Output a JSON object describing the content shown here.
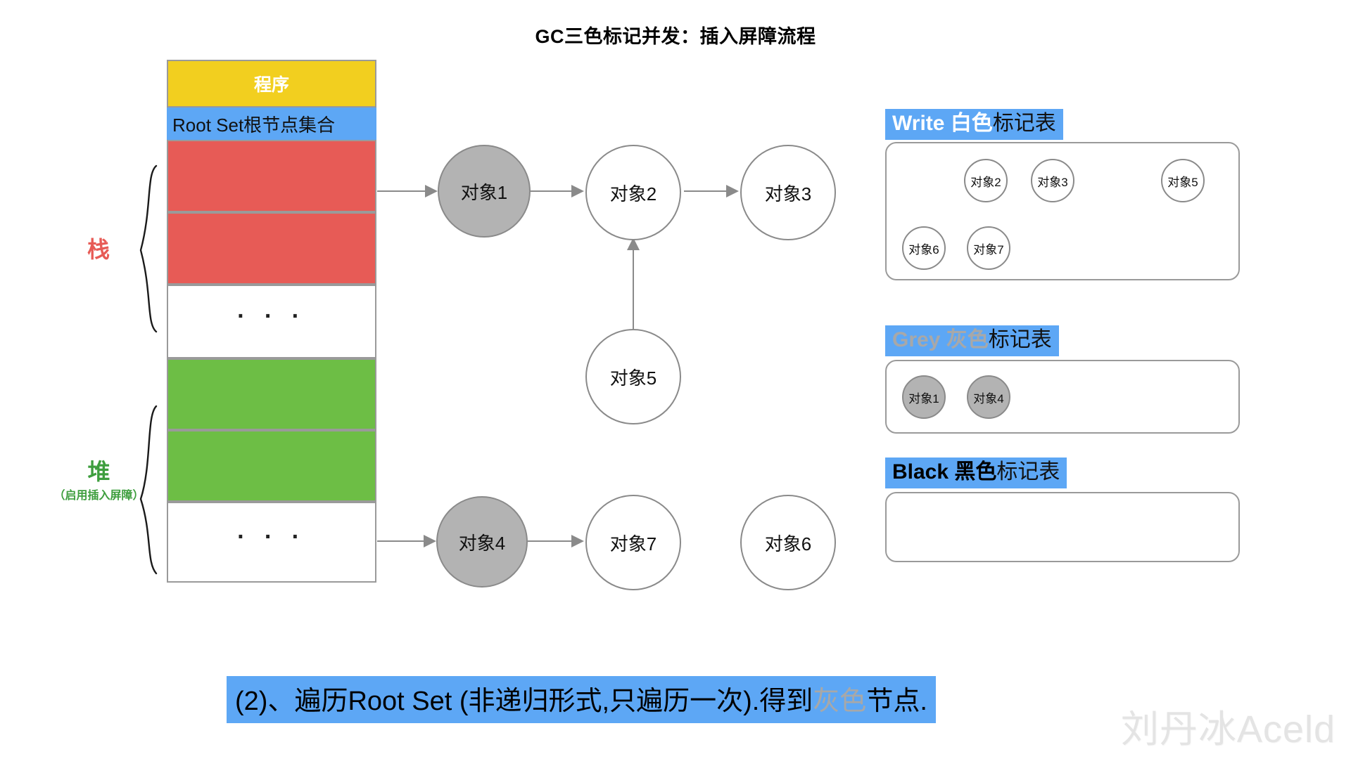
{
  "title": "GC三色标记并发：插入屏障流程",
  "memory": {
    "blocks": [
      {
        "name": "program",
        "label": "程序"
      },
      {
        "name": "root-set",
        "label": "Root Set根节点集合"
      },
      {
        "name": "stack-slot-1",
        "label": ""
      },
      {
        "name": "stack-slot-2",
        "label": ""
      },
      {
        "name": "stack-ellipsis",
        "label": "· · ·"
      },
      {
        "name": "heap-slot-1",
        "label": ""
      },
      {
        "name": "heap-slot-2",
        "label": ""
      },
      {
        "name": "heap-ellipsis",
        "label": "· · ·"
      }
    ],
    "region_labels": {
      "stack": "栈",
      "heap": "堆",
      "heap_note": "（启用插入屏障）"
    }
  },
  "graph": {
    "nodes": [
      {
        "id": "obj1",
        "label": "对象1",
        "color": "grey"
      },
      {
        "id": "obj2",
        "label": "对象2",
        "color": "white"
      },
      {
        "id": "obj3",
        "label": "对象3",
        "color": "white"
      },
      {
        "id": "obj5",
        "label": "对象5",
        "color": "white"
      },
      {
        "id": "obj4",
        "label": "对象4",
        "color": "grey"
      },
      {
        "id": "obj7",
        "label": "对象7",
        "color": "white"
      },
      {
        "id": "obj6",
        "label": "对象6",
        "color": "white"
      }
    ],
    "edges": [
      {
        "from": "root-stack-slot-1",
        "to": "obj1"
      },
      {
        "from": "obj1",
        "to": "obj2"
      },
      {
        "from": "obj2",
        "to": "obj3"
      },
      {
        "from": "obj5",
        "to": "obj2"
      },
      {
        "from": "heap-slot-2",
        "to": "obj4"
      },
      {
        "from": "obj4",
        "to": "obj7"
      }
    ]
  },
  "mark_tables": [
    {
      "name": "white",
      "title_en": "Write",
      "title_cn_colored": "白色",
      "title_cn_tail": "标记表",
      "items": [
        "对象2",
        "对象3",
        "对象5",
        "对象6",
        "对象7"
      ],
      "item_color": "white"
    },
    {
      "name": "grey",
      "title_en": "Grey",
      "title_cn_colored": "灰色",
      "title_cn_tail": "标记表",
      "items": [
        "对象1",
        "对象4"
      ],
      "item_color": "grey"
    },
    {
      "name": "black",
      "title_en": "Black",
      "title_cn_colored": "黑色",
      "title_cn_tail": "标记表",
      "items": [],
      "item_color": "black"
    }
  ],
  "caption": {
    "prefix": "(2)、遍历Root Set (非递归形式,只遍历一次).得到",
    "highlight": "灰色",
    "suffix": "节点."
  },
  "watermark": "刘丹冰Aceld",
  "colors": {
    "program_yellow": "#F2CF1F",
    "root_blue": "#5DA7F5",
    "stack_red": "#E75B56",
    "heap_green": "#6DBE45",
    "grey_node": "#B3B3B3",
    "stroke_grey": "#8a8a8a"
  }
}
